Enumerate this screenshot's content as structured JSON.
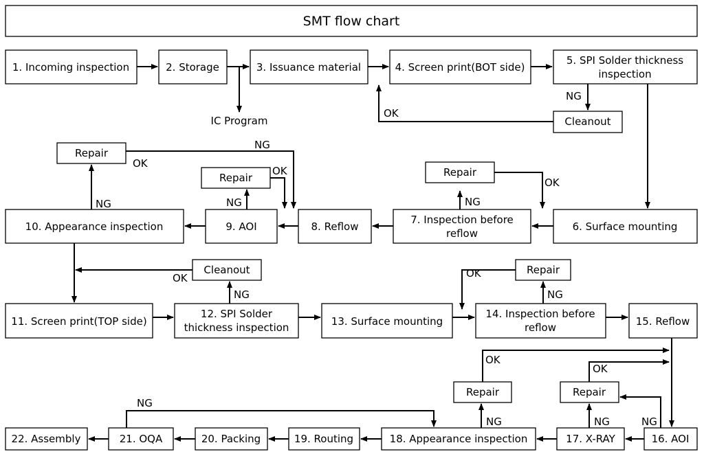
{
  "title": "SMT flow chart",
  "steps": {
    "s1": "1. Incoming inspection",
    "s2": "2. Storage",
    "s3": "3. Issuance material",
    "s4": "4. Screen print(BOT side)",
    "s5": [
      "5. SPI Solder thickness",
      "inspection"
    ],
    "s6": "6. Surface mounting",
    "s7": [
      "7. Inspection before",
      "reflow"
    ],
    "s8": "8. Reflow",
    "s9": "9. AOI",
    "s10": "10. Appearance inspection",
    "s11": "11. Screen print(TOP side)",
    "s12": [
      "12. SPI Solder",
      "thickness inspection"
    ],
    "s13": "13. Surface mounting",
    "s14": [
      "14. Inspection before",
      "reflow"
    ],
    "s15": "15. Reflow",
    "s16": "16. AOI",
    "s17": "17. X-RAY",
    "s18": "18. Appearance inspection",
    "s19": "19. Routing",
    "s20": "20. Packing",
    "s21": "21. OQA",
    "s22": "22. Assembly"
  },
  "aux": {
    "ic_program": "IC Program",
    "cleanout": "Cleanout",
    "repair": "Repair"
  },
  "labels": {
    "ok": "OK",
    "ng": "NG"
  }
}
